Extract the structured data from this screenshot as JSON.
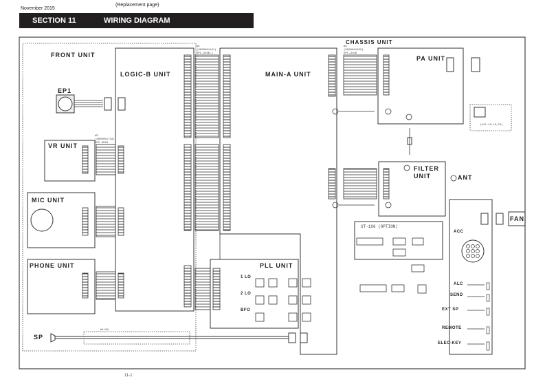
{
  "header": {
    "date": "November 2015",
    "note": "(Replacement page)",
    "section": "SECTION 11",
    "title": "WIRING DIAGRAM"
  },
  "footer": {
    "page": "11-1"
  },
  "units": {
    "front": "FRONT UNIT",
    "logic_b": "LOGIC-B UNIT",
    "main_a": "MAIN-A UNIT",
    "chassis": "CHASSIS UNIT",
    "pa": "PA UNIT",
    "filter_line1": "FILTER",
    "filter_line2": "UNIT",
    "ant": "ANT",
    "vr": "VR UNIT",
    "mic": "MIC UNIT",
    "phone": "PHONE UNIT",
    "pll": "PLL UNIT",
    "ut106": "UT-106 (OPTION)",
    "fan": "FAN",
    "ep1": "EP1",
    "sp": "SP"
  },
  "pll": {
    "lo1": "1 LO",
    "lo2": "2 LO",
    "bfo": "BFO"
  },
  "jacks": [
    "ACC",
    "ALC",
    "SEND",
    "EXT SP",
    "REMOTE",
    "ELEC-KEY"
  ],
  "cable_labels": {
    "w1_top": "W1",
    "w1_part": "(8900001101)",
    "w1_name": "OPC-910B-1",
    "w2": "W2",
    "w2_part": "(8900001620)",
    "w2_name": "OPC-910A",
    "w3": "W3",
    "w3_part": "(8900001710)",
    "w3_name": "OPC-892A",
    "sp_cable": "W1/W2",
    "pa_note": "(#12-13,18,20)"
  }
}
